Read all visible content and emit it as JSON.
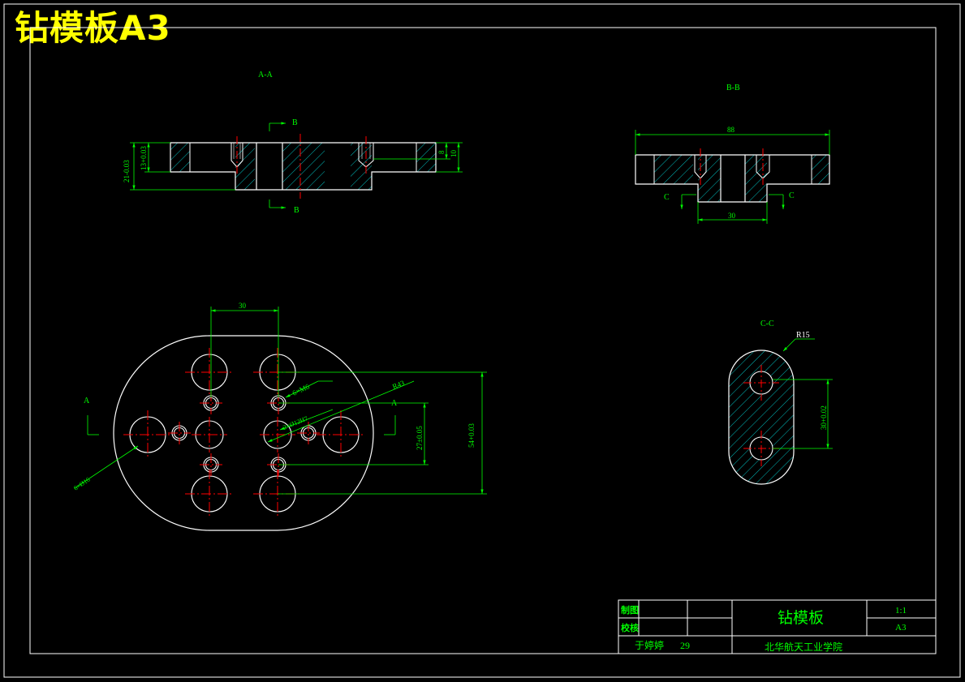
{
  "banner": "钻模板A3",
  "views": {
    "aa": {
      "label": "A-A"
    },
    "bb": {
      "label": "B-B"
    },
    "cc": {
      "label": "C-C"
    }
  },
  "markers": {
    "a": "A",
    "b": "B",
    "c": "C"
  },
  "dims": {
    "aa_left_1": "21-0.03",
    "aa_left_2": "13+0.03",
    "aa_right_1": "8",
    "aa_right_2": "10",
    "bb_width": "88",
    "bb_bottom": "30",
    "plan_top": "30",
    "plan_holes": "6×M6",
    "plan_pins": "2×Ø12H7",
    "plan_radius": "R43",
    "plan_big_holes": "6×Ø16",
    "plan_v1": "27±0.05",
    "plan_v2": "54+0.03",
    "cc_radius": "R15",
    "cc_v": "30+0.02"
  },
  "title_block": {
    "drawn_label": "制图",
    "checked_label": "校核",
    "part_name": "钻模板",
    "scale": "1:1",
    "sheet": "A3",
    "author": "于婷婷",
    "number": "29",
    "school": "北华航天工业学院"
  },
  "colors": {
    "background": "#000000",
    "outline": "#ffffff",
    "dimension": "#00ff00",
    "centerline": "#ff0000",
    "hatch": "#00bcbc",
    "banner": "#ffff00"
  }
}
